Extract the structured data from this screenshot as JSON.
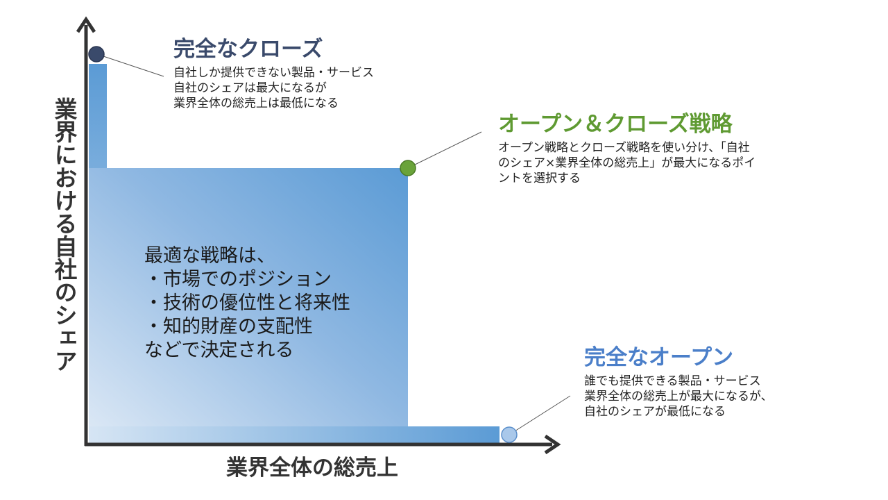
{
  "axes": {
    "y_label": "業界における自社のシェア",
    "x_label": "業界全体の総売上"
  },
  "points": {
    "closed": {
      "title": "完全なクローズ",
      "color": "#3a4a6b",
      "lines": [
        "自社しか提供できない製品・サービス",
        "自社のシェアは最大になるが",
        "業界全体の総売上は最低になる"
      ]
    },
    "open_close": {
      "title": "オープン＆クローズ戦略",
      "color": "#6aa33a",
      "lines": [
        "オープン戦略とクローズ戦略を使い分け、「自社",
        "のシェア×業界全体の総売上」が最大になるポイ",
        "ントを選択する"
      ]
    },
    "open": {
      "title": "完全なオープン",
      "color": "#4b7fc9",
      "lines": [
        "誰でも提供できる製品・サービス",
        "業界全体の総売上が最大になるが、",
        "自社のシェアが最低になる"
      ]
    }
  },
  "center": {
    "lines": [
      "最適な戦略は、",
      "・市場でのポジション",
      "・技術の優位性と将来性",
      "・知的財産の支配性",
      "などで決定される"
    ]
  },
  "colors": {
    "axis": "#333333",
    "area_dark": "#5b9bd5",
    "area_light": "#dce9f6"
  }
}
